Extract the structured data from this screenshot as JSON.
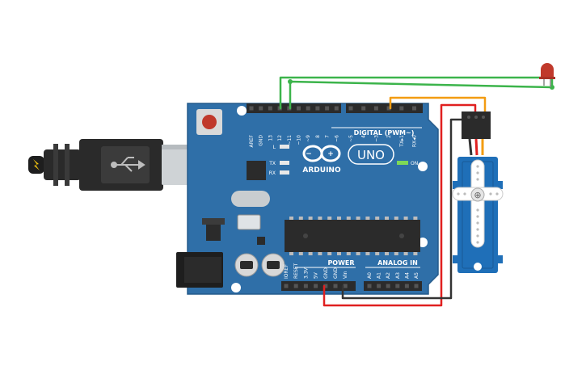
{
  "colors": {
    "board": "#2f6fa8",
    "board_edge": "#255b8c",
    "header": "#2b2b2b",
    "wire_green": "#3cb44b",
    "wire_orange": "#f39c12",
    "wire_red": "#e02020",
    "wire_black": "#333333",
    "led_red": "#c0392b",
    "servo_blue": "#1f6fb8",
    "usb_black": "#2a2a2a",
    "usb_silver": "#cfd3d6"
  },
  "board": {
    "brand": "ARDUINO",
    "model": "UNO",
    "digital_label": "DIGITAL (PWM~)",
    "power_label": "POWER",
    "analog_label": "ANALOG IN",
    "on_label": "ON",
    "led_labels": [
      "L",
      "TX",
      "RX"
    ],
    "digital_pins": [
      "AREF",
      "GND",
      "13",
      "12",
      "~11",
      "~10",
      "~9",
      "8",
      "7",
      "~6",
      "~5",
      "4",
      "~3",
      "2",
      "TX▸1",
      "RX◂0"
    ],
    "power_pins": [
      "IOREF",
      "RESET",
      "3.3V",
      "5V",
      "GND",
      "GND",
      "Vin"
    ],
    "analog_pins": [
      "A0",
      "A1",
      "A2",
      "A3",
      "A4",
      "A5"
    ]
  },
  "components": {
    "led": "led-icon",
    "servo": "servo-icon",
    "usb": "usb-icon"
  }
}
